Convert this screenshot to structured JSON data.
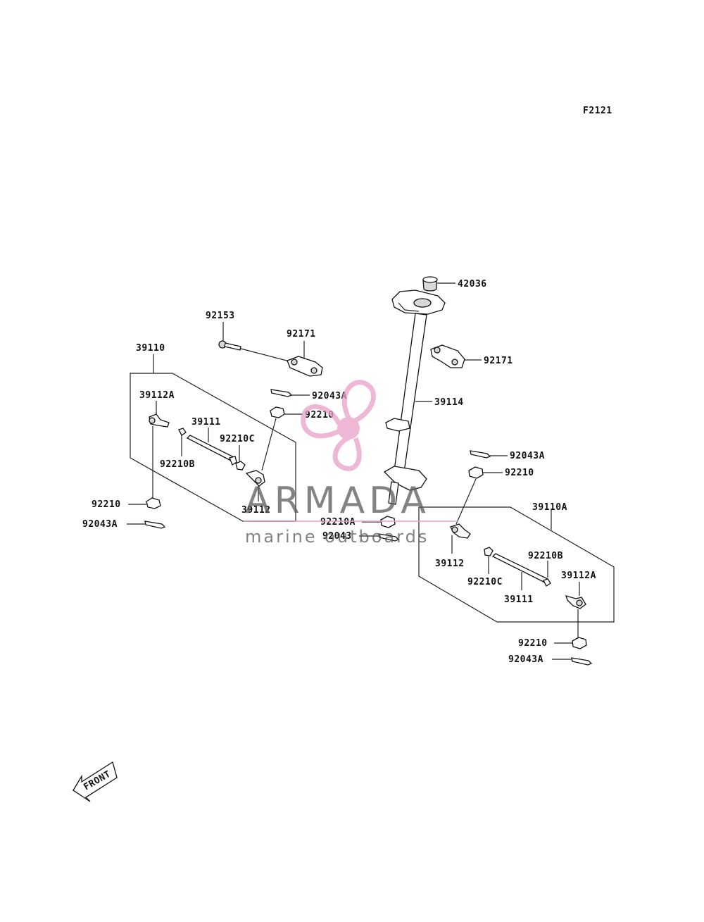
{
  "diagram_code": "F2121",
  "labels": {
    "l42036": "42036",
    "l92153": "92153",
    "l92171a": "92171",
    "l92171b": "92171",
    "l39110": "39110",
    "l39114": "39114",
    "l92043A_1": "92043A",
    "l92210_1": "92210",
    "l39112A_1": "39112A",
    "l39111_1": "39111",
    "l92210C_1": "92210C",
    "l92210B_1": "92210B",
    "l92210_2": "92210",
    "l92043A_2": "92043A",
    "l39112_1": "39112",
    "l92210A": "92210A",
    "l92043": "92043",
    "l92043A_3": "92043A",
    "l92210_3": "92210",
    "l39110A": "39110A",
    "l39112_2": "39112",
    "l92210B_2": "92210B",
    "l92210C_2": "92210C",
    "l39112A_2": "39112A",
    "l39111_2": "39111",
    "l92210_4": "92210",
    "l92043A_4": "92043A"
  },
  "front_arrow": "FRONT",
  "watermark": {
    "brand": "ARMADA",
    "tagline": "marine outboards",
    "brand_color": "#e8a0c8",
    "text_color": "#5a5a5a"
  }
}
